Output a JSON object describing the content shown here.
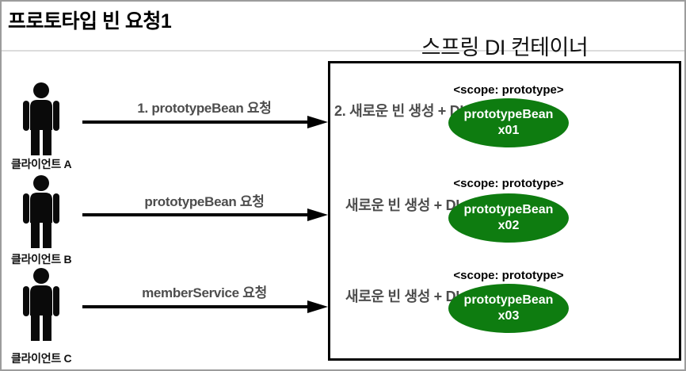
{
  "page_title": "프로토타입 빈 요청1",
  "container": {
    "title": "스프링 DI 컨테이너"
  },
  "colors": {
    "bean_fill": "#0e7c10",
    "bean_text": "#ffffff",
    "muted_label": "#4d4d4d"
  },
  "icons": {
    "client": "person-icon",
    "request": "arrow-right-icon"
  },
  "rows": [
    {
      "client_label": "클라이언트 A",
      "request_label": "1. prototypeBean 요청",
      "action_label": "2. 새로운 빈 생성 + DI",
      "scope_label": "<scope: prototype>",
      "bean_title": "prototypeBean",
      "bean_id": "x01"
    },
    {
      "client_label": "클라이언트 B",
      "request_label": "prototypeBean 요청",
      "action_label": "새로운 빈 생성 + DI",
      "scope_label": "<scope: prototype>",
      "bean_title": "prototypeBean",
      "bean_id": "x02"
    },
    {
      "client_label": "클라이언트 C",
      "request_label": "memberService 요청",
      "action_label": "새로운 빈 생성 + DI",
      "scope_label": "<scope: prototype>",
      "bean_title": "prototypeBean",
      "bean_id": "x03"
    }
  ]
}
